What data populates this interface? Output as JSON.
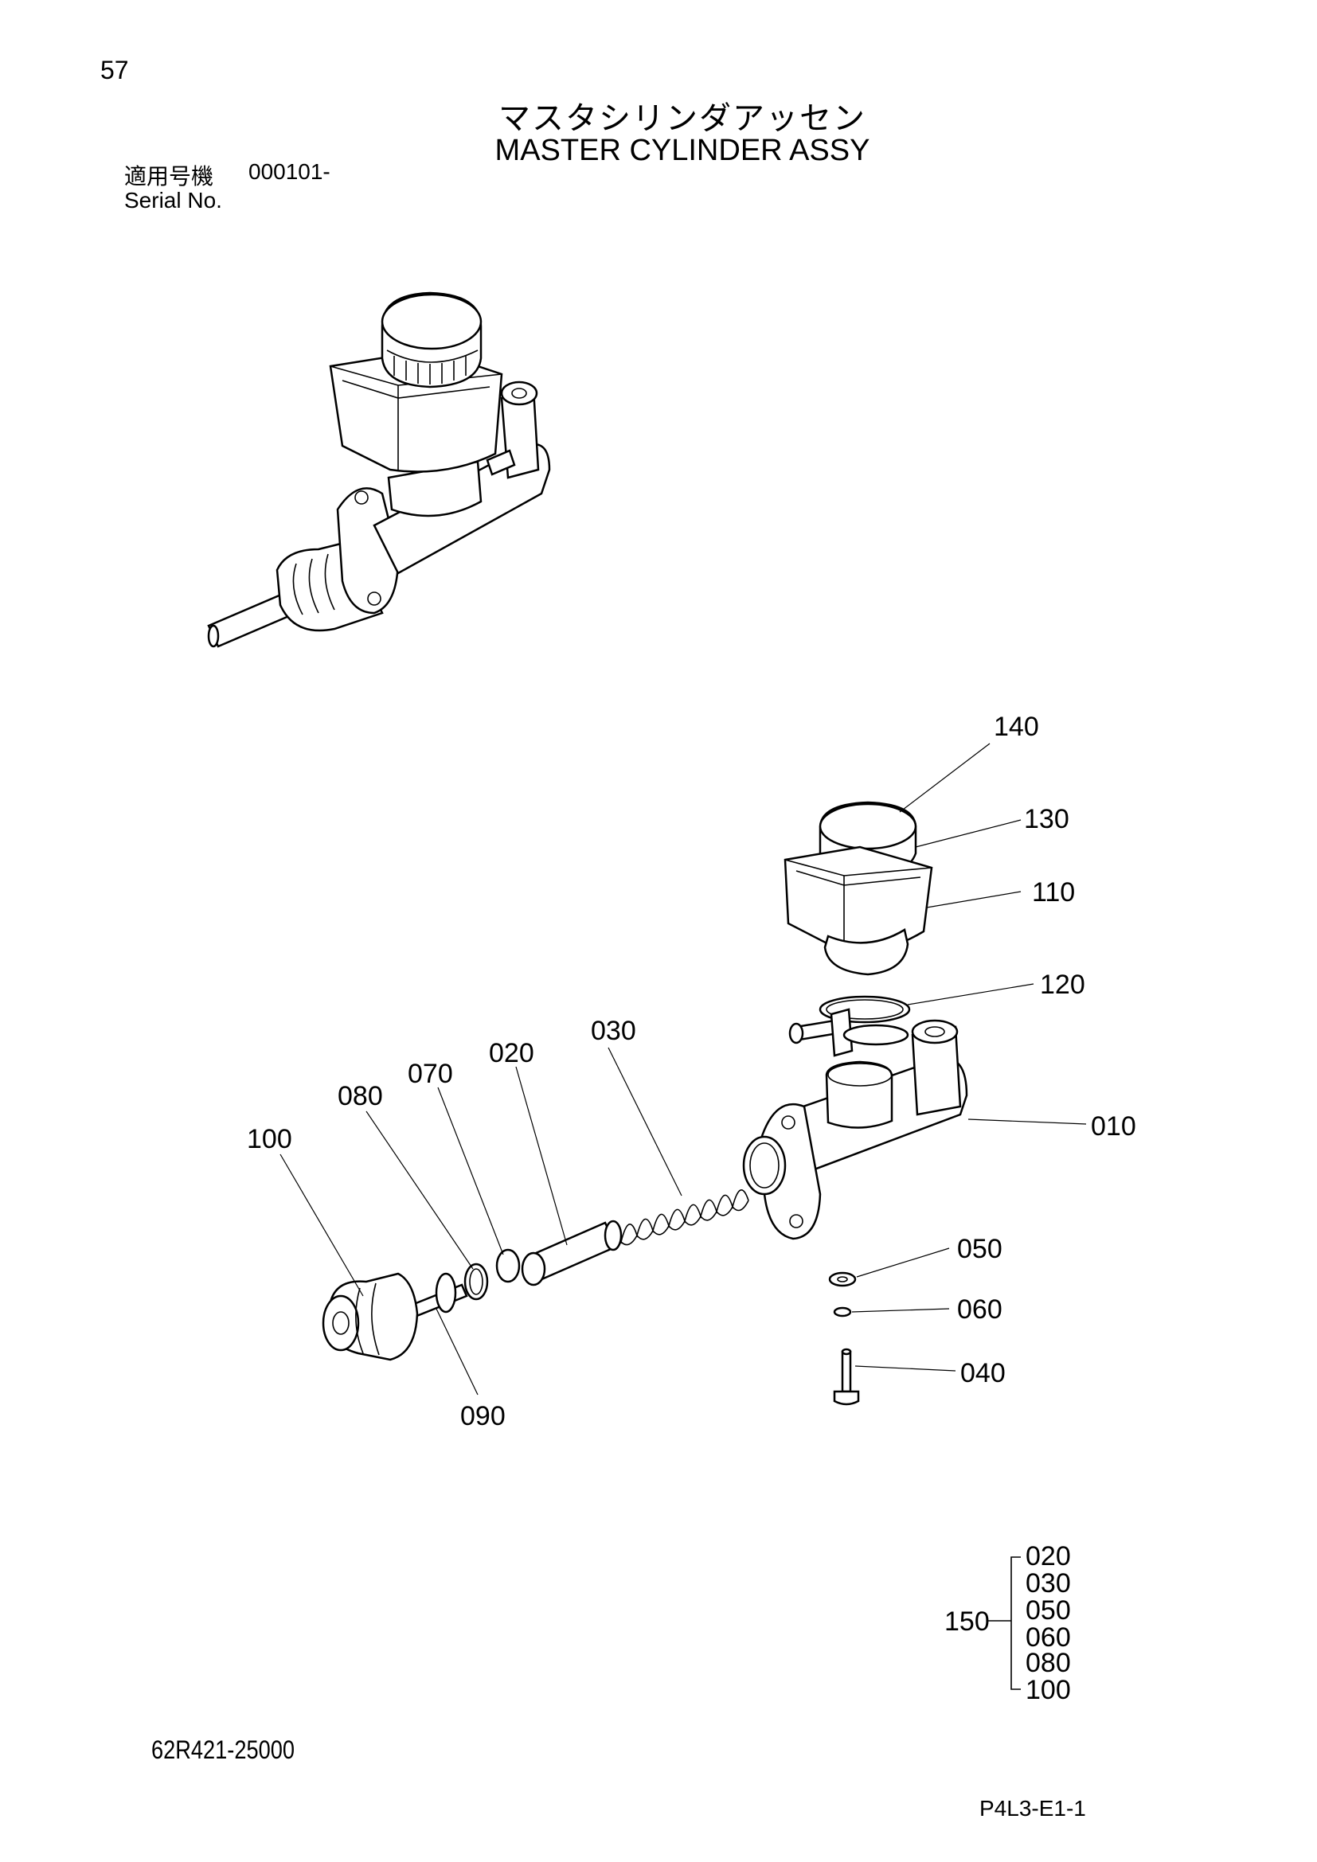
{
  "header": {
    "page_number": "57",
    "title_jp": "マスタシリンダアッセン",
    "title_en": "MASTER CYLINDER ASSY",
    "serial_label_jp": "適用号機",
    "serial_value": "000101-",
    "serial_label_en": "Serial No."
  },
  "callouts": [
    {
      "id": "140",
      "label": "140"
    },
    {
      "id": "130",
      "label": "130"
    },
    {
      "id": "110",
      "label": "110"
    },
    {
      "id": "120",
      "label": "120"
    },
    {
      "id": "010",
      "label": "010"
    },
    {
      "id": "030",
      "label": "030"
    },
    {
      "id": "020",
      "label": "020"
    },
    {
      "id": "070",
      "label": "070"
    },
    {
      "id": "080",
      "label": "080"
    },
    {
      "id": "100",
      "label": "100"
    },
    {
      "id": "090",
      "label": "090"
    },
    {
      "id": "050",
      "label": "050"
    },
    {
      "id": "060",
      "label": "060"
    },
    {
      "id": "040",
      "label": "040"
    }
  ],
  "kit": {
    "label": "150",
    "members": [
      "020",
      "030",
      "050",
      "060",
      "080",
      "100"
    ]
  },
  "footer": {
    "part_code": "62R421-25000",
    "sheet_id": "P4L3-E1-1"
  }
}
